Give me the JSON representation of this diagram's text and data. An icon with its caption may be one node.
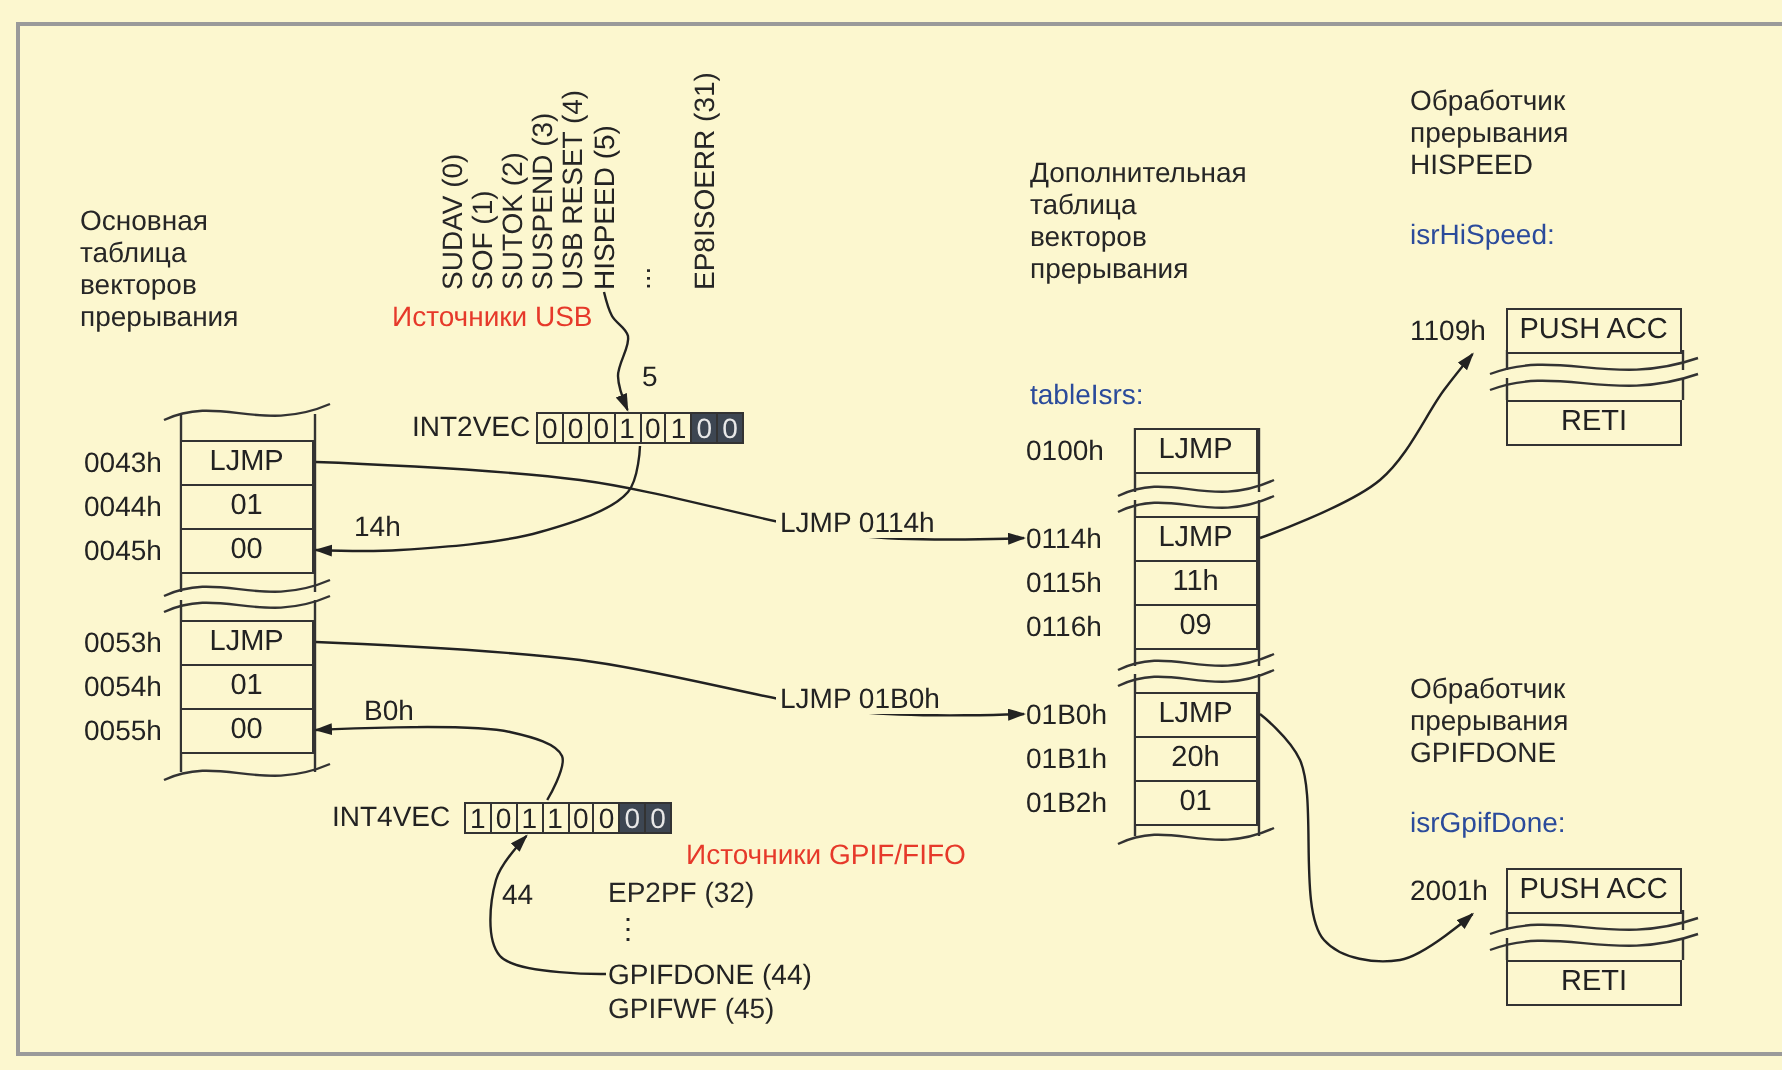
{
  "diagram": {
    "nodes": [
      {
        "text": [
          "LJMP"
        ],
        "beside": [
          "0043h"
        ]
      },
      {
        "text": [
          "01"
        ],
        "beside": [
          "0044h"
        ]
      },
      {
        "text": [
          "00"
        ],
        "beside": [
          "0045h"
        ]
      },
      {
        "text": [
          "LJMP"
        ],
        "beside": [
          "0053h"
        ]
      },
      {
        "text": [
          "01"
        ],
        "beside": [
          "0054h"
        ]
      },
      {
        "text": [
          "00"
        ],
        "beside": [
          "0055h"
        ]
      },
      {
        "text": [
          "0",
          "0",
          "0",
          "1",
          "0",
          "1",
          "0",
          "0"
        ],
        "beside": [
          "INT2VEC"
        ]
      },
      {
        "text": [
          "HISPEED (5)"
        ]
      },
      {
        "text": [
          "1",
          "0",
          "1",
          "1",
          "0",
          "0",
          "0",
          "0"
        ],
        "beside": [
          "INT4VEC"
        ]
      },
      {
        "text": [
          "GPIFDONE (44)"
        ]
      },
      {
        "text": [
          "LJMP"
        ],
        "beside": [
          "0100h"
        ]
      },
      {
        "text": [
          "LJMP"
        ],
        "beside": [
          "0114h"
        ]
      },
      {
        "text": [
          "11h"
        ],
        "beside": [
          "0115h"
        ]
      },
      {
        "text": [
          "09"
        ],
        "beside": [
          "0116h"
        ]
      },
      {
        "text": [
          "LJMP"
        ],
        "beside": [
          "01B0h"
        ]
      },
      {
        "text": [
          "20h"
        ],
        "beside": [
          "01B1h"
        ]
      },
      {
        "text": [
          "01"
        ],
        "beside": [
          "01B2h"
        ]
      },
      {
        "text": [
          "PUSH ACC"
        ],
        "beside": [
          "1109h"
        ]
      },
      {
        "text": [
          "RETI"
        ]
      },
      {
        "text": [
          "PUSH ACC"
        ],
        "beside": [
          "2001h"
        ]
      },
      {
        "text": [
          "RETI"
        ]
      }
    ],
    "edges": [
      {
        "from": 7,
        "to": 6,
        "arrow": "to",
        "label": "5"
      },
      {
        "from": 6,
        "to": 2,
        "arrow": "to",
        "label": "14h"
      },
      {
        "from": 0,
        "to": 11,
        "arrow": "to",
        "label": "LJMP 0114h"
      },
      {
        "from": 3,
        "to": 14,
        "arrow": "to",
        "label": "LJMP 01B0h"
      },
      {
        "from": 8,
        "to": 5,
        "arrow": "to",
        "label": "B0h"
      },
      {
        "from": 9,
        "to": 8,
        "arrow": "to",
        "label": "44"
      },
      {
        "from": 11,
        "to": 17,
        "arrow": "to"
      },
      {
        "from": 14,
        "to": 19,
        "arrow": "to"
      }
    ],
    "labels": [
      "Основная таблица векторов прерывания",
      "SUDAV (0)",
      "SOF (1)",
      "SUTOK (2)",
      "SUSPEND (3)",
      "USB RESET (4)",
      "...",
      "EP8ISOERR (31)",
      "Источники USB",
      "Дополнительная таблица векторов прерывания",
      "tableIsrs:",
      "Обработчик прерывания HISPEED",
      "isrHiSpeed:",
      "Обработчик прерывания GPIFDONE",
      "isrGpifDone:",
      "Источники GPIF/FIFO",
      "EP2PF (32)",
      "⋮",
      "GPIFWF (45)"
    ]
  }
}
